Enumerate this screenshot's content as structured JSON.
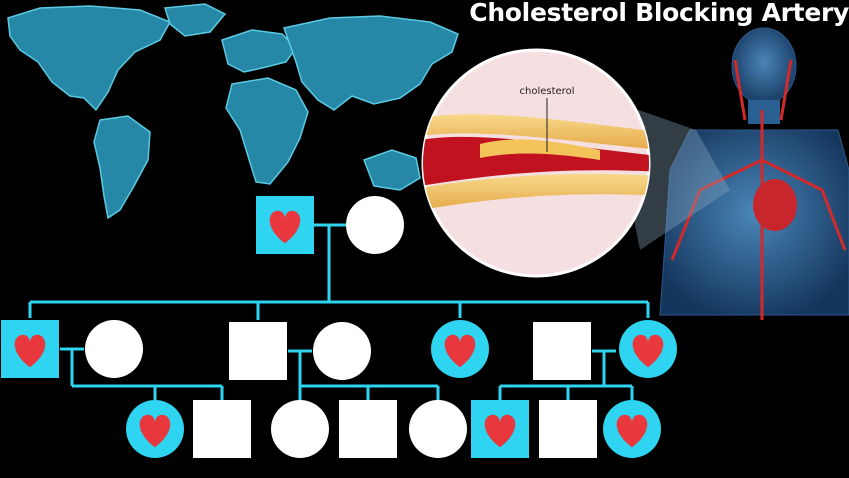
{
  "title": "Cholesterol Blocking Artery",
  "artery_label": "cholesterol",
  "colors": {
    "background": "#000000",
    "affected_fill": "#2ed4f0",
    "line": "#2ed4f0",
    "heart": "#e8383d",
    "unaffected_fill": "#ffffff",
    "map_fill": "#2a8fb0",
    "artery_wall": "#f0c76a",
    "blood": "#c1121f"
  },
  "legend_icons": {
    "male": "square",
    "female": "circle",
    "affected_marker": "heart-icon"
  },
  "pedigree": {
    "generations": [
      {
        "members": [
          {
            "sex": "male",
            "affected": true
          },
          {
            "sex": "female",
            "affected": false
          }
        ]
      },
      {
        "members": [
          {
            "sex": "male",
            "affected": true
          },
          {
            "sex": "female",
            "affected": false
          },
          {
            "sex": "male",
            "affected": false
          },
          {
            "sex": "female",
            "affected": false
          },
          {
            "sex": "female",
            "affected": true
          },
          {
            "sex": "male",
            "affected": false
          },
          {
            "sex": "female",
            "affected": true
          }
        ]
      },
      {
        "members": [
          {
            "sex": "female",
            "affected": true
          },
          {
            "sex": "male",
            "affected": false
          },
          {
            "sex": "female",
            "affected": false
          },
          {
            "sex": "male",
            "affected": false
          },
          {
            "sex": "female",
            "affected": false
          },
          {
            "sex": "male",
            "affected": true
          },
          {
            "sex": "male",
            "affected": false
          },
          {
            "sex": "female",
            "affected": true
          }
        ]
      }
    ]
  }
}
